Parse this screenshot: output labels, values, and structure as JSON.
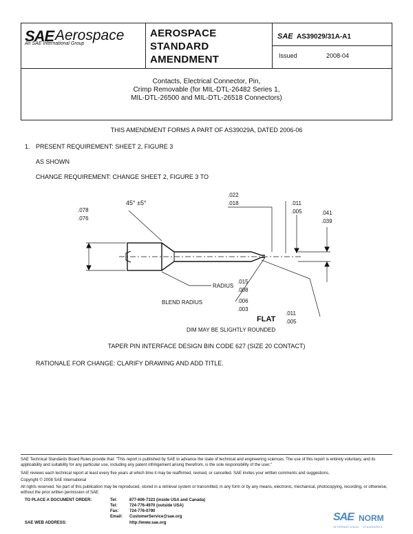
{
  "header": {
    "logo_sae": "SAE",
    "logo_aerospace": "Aerospace",
    "logo_subtitle": "An SAE International Group",
    "title_lines": [
      "AEROSPACE",
      "STANDARD",
      "AMENDMENT"
    ],
    "doc_number_prefix": "SAE",
    "doc_number": "AS39029/31A-A1",
    "issued_label": "Issued",
    "issued_value": "2008-04"
  },
  "subject": [
    "Contacts, Electrical Connector, Pin,",
    "Crimp Removable (for MIL-DTL-26482 Series 1,",
    "MIL-DTL-26500 and MIL-DTL-26518 Connectors)"
  ],
  "body": {
    "amendment_statement": "THIS AMENDMENT FORMS A PART OF AS39029A, DATED 2006-06",
    "item_number": "1.",
    "present_requirement": "PRESENT REQUIREMENT: SHEET 2, FIGURE 3",
    "as_shown": "AS SHOWN",
    "change_requirement": "CHANGE REQUIREMENT: CHANGE SHEET 2, FIGURE 3 TO",
    "caption": "TAPER PIN INTERFACE DESIGN BIN CODE 627 (SIZE 20 CONTACT)",
    "rationale": "RATIONALE FOR CHANGE: CLARIFY DRAWING AND ADD TITLE."
  },
  "drawing": {
    "angle": "45° ±5°",
    "dim_left_top": ".078",
    "dim_left_bottom": ".076",
    "dim_mid_top": ".022",
    "dim_mid_bottom": ".018",
    "dim_tip_top": ".011",
    "dim_tip_bottom": ".005",
    "dim_right_top": ".041",
    "dim_right_bottom": ".039",
    "radius_label": "RADIUS",
    "radius_top": ".015",
    "radius_bottom": ".008",
    "blend_label": "BLEND RADIUS",
    "blend_top": ".006",
    "blend_bottom": ".003",
    "flat_label": "FLAT",
    "flat_top": ".011",
    "flat_bottom": ".005",
    "flat_note": "DIM MAY BE SLIGHTLY ROUNDED"
  },
  "footer": {
    "paragraphs": [
      "SAE Technical Standards Board Rules provide that: \"This report is published by SAE to advance the state of technical and engineering sciences. The use of this report is entirely voluntary, and its applicability and suitability for any particular use, including any patent infringement arising therefrom, is the sole responsibility of the user.\"",
      "SAE reviews each technical report at least every five years at which time it may be reaffirmed, revised, or cancelled. SAE invites your written comments and suggestions.",
      "Copyright © 2008 SAE International",
      "All rights reserved. No part of this publication may be reproduced, stored in a retrieval system or transmitted, in any form or by any means, electronic, mechanical, photocopying, recording, or otherwise, without the prior written permission of SAE."
    ],
    "order_label": "TO PLACE A DOCUMENT ORDER:",
    "web_label": "SAE WEB ADDRESS:",
    "contacts": [
      {
        "key": "Tel:",
        "value": "877-606-7323 (inside USA and Canada)"
      },
      {
        "key": "Tel:",
        "value": "724-776-4970 (outside USA)"
      },
      {
        "key": "Fax:",
        "value": "724-776-0790"
      },
      {
        "key": "Email:",
        "value": "CustomerService@sae.org"
      },
      {
        "key": "",
        "value": "http://www.sae.org"
      }
    ]
  },
  "watermark": {
    "sae": "SAE",
    "norm": "NORM",
    "sub": "INTERNATIONAL · STANDARDS"
  }
}
